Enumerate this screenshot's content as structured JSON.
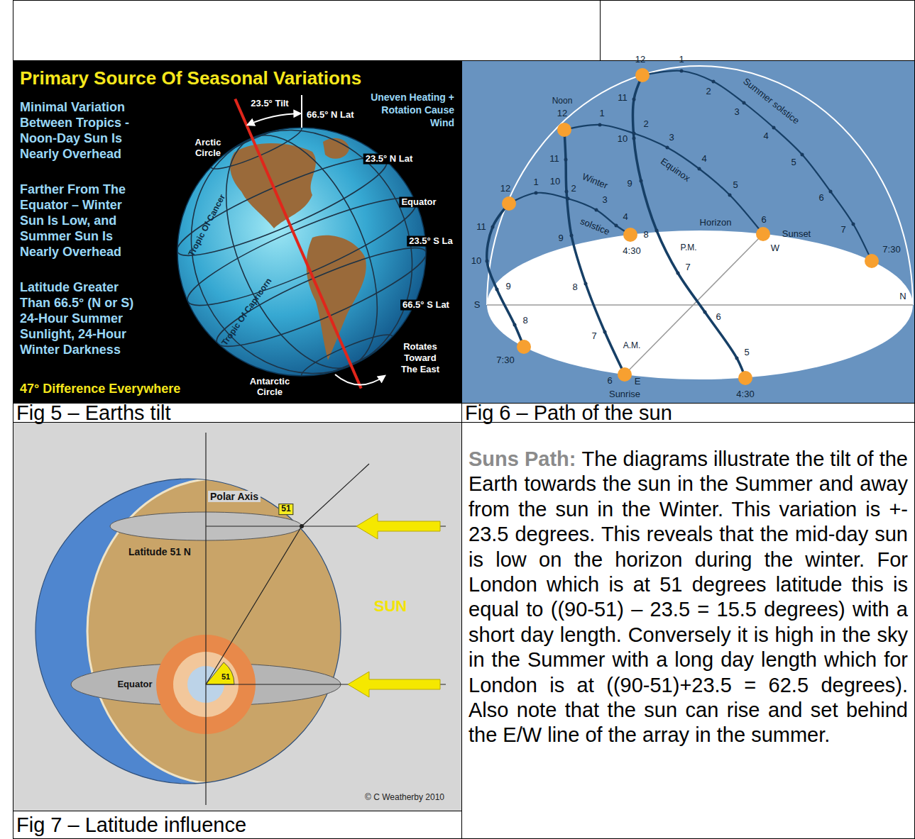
{
  "diagram": {
    "nodes": [
      {
        "text": [
          "Fig 5 – Earths tilt"
        ]
      },
      {
        "text": [
          "Fig 6 – Path of the sun"
        ]
      },
      {
        "text": [
          "Suns Path:",
          "The diagrams illustrate the tilt of the Earth towards the sun in the Summer and away from the sun in the Winter. This variation is +- 23.5 degrees. This reveals that the mid-day sun is low on the horizon during the winter. For London which is at 51 degrees latitude this is equal to ((90-51) – 23.5 = 15.5 degrees) with a short day length. Conversely it is high in the sky in the Summer with a long day length which for London is at ((90-51)+23.5 = 62.5 degrees). Also note that the sun can rise and set behind the E/W line of the array in the summer."
        ]
      },
      {
        "text": [
          "Fig 7 – Latitude influence"
        ]
      }
    ],
    "labels": [
      "Primary Source Of Seasonal Variations",
      "Minimal Variation Between Tropics - Noon-Day Sun Is Nearly Overhead",
      "Farther From The Equator – Winter Sun Is Low, and Summer Sun Is Nearly Overhead",
      "Latitude Greater Than 66.5° (N or S) 24-Hour Summer Sunlight, 24-Hour Winter Darkness",
      "47° Difference Everywhere",
      "23.5° Tilt",
      "66.5° N Lat",
      "Uneven Heating + Rotation Cause Wind",
      "Arctic Circle",
      "23.5° N Lat",
      "Equator",
      "Tropic Of Cancer",
      "23.5° S La",
      "Tropic Of Capricorn",
      "66.5° S Lat",
      "Rotates Toward The East",
      "Antarctic Circle",
      "12",
      "1",
      "2",
      "3",
      "4",
      "5",
      "6",
      "7",
      "7:30",
      "Summer solstice",
      "11",
      "10",
      "9",
      "8",
      "7",
      "6",
      "5",
      "4:30",
      "Noon",
      "12",
      "1",
      "2",
      "3",
      "4",
      "5",
      "Equinox",
      "6",
      "Sunset",
      "W",
      "Horizon",
      "11",
      "10",
      "9",
      "8",
      "7",
      "6",
      "E",
      "Sunrise",
      "P.M.",
      "A.M.",
      "12",
      "1",
      "2",
      "Winter",
      "3",
      "solstice",
      "4",
      "4:30",
      "11",
      "10",
      "9",
      "8",
      "7:30",
      "S",
      "N",
      "Polar Axis",
      "51",
      "Latitude 51 N",
      "51",
      "SUN",
      "Equator",
      "© C Weatherby 2010"
    ]
  }
}
